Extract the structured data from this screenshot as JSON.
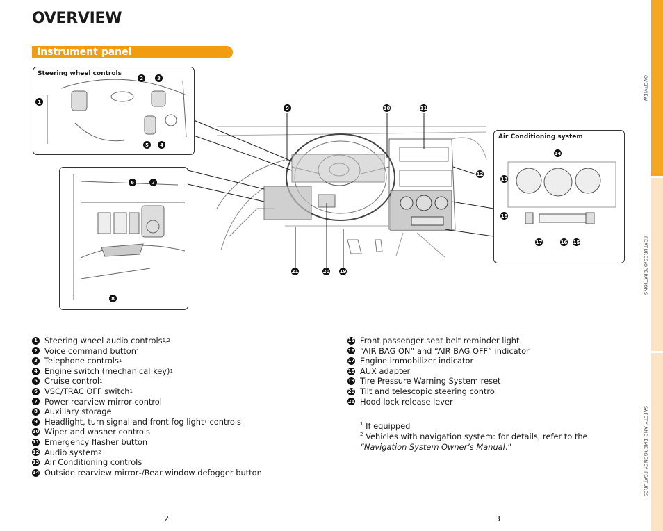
{
  "header": {
    "title": "OVERVIEW",
    "section": "Instrument panel"
  },
  "callouts": {
    "steering": "Steering wheel controls",
    "ac": "Air Conditioning system"
  },
  "diagram_numbers": {
    "n1": "1",
    "n2": "2",
    "n3": "3",
    "n4": "4",
    "n5": "5",
    "n6": "6",
    "n7": "7",
    "n8": "8",
    "n9": "9",
    "n10": "10",
    "n11": "11",
    "n12": "12",
    "n13": "13",
    "n14": "14",
    "n15": "15",
    "n16": "16",
    "n17": "17",
    "n18": "18",
    "n19": "19",
    "n20": "20",
    "n21": "21"
  },
  "items_left": [
    {
      "num": "1",
      "text": "Steering wheel audio controls",
      "sup": "1,2",
      "after": ""
    },
    {
      "num": "2",
      "text": "Voice command button",
      "sup": "1",
      "after": ""
    },
    {
      "num": "3",
      "text": "Telephone controls",
      "sup": "1",
      "after": ""
    },
    {
      "num": "4",
      "text": "Engine switch (mechanical key)",
      "sup": "1",
      "after": ""
    },
    {
      "num": "5",
      "text": "Cruise control",
      "sup": "1",
      "after": ""
    },
    {
      "num": "6",
      "text": "VSC/TRAC OFF switch",
      "sup": "1",
      "after": ""
    },
    {
      "num": "7",
      "text": "Power rearview mirror control",
      "sup": "",
      "after": ""
    },
    {
      "num": "8",
      "text": "Auxiliary storage",
      "sup": "",
      "after": ""
    },
    {
      "num": "9",
      "text": "Headlight, turn signal and front fog light",
      "sup": "1",
      "after": " controls"
    },
    {
      "num": "10",
      "text": "Wiper and washer controls",
      "sup": "",
      "after": ""
    },
    {
      "num": "11",
      "text": "Emergency flasher button",
      "sup": "",
      "after": ""
    },
    {
      "num": "12",
      "text": "Audio system",
      "sup": "2",
      "after": ""
    },
    {
      "num": "13",
      "text": "Air Conditioning controls",
      "sup": "",
      "after": ""
    },
    {
      "num": "14",
      "text": "Outside rearview mirror",
      "sup": "1",
      "after": "/Rear window defogger button"
    }
  ],
  "items_right": [
    {
      "num": "15",
      "text": "Front passenger seat belt reminder light",
      "sup": "",
      "after": ""
    },
    {
      "num": "16",
      "text": "“AIR BAG ON” and “AIR BAG OFF” indicator",
      "sup": "",
      "after": ""
    },
    {
      "num": "17",
      "text": "Engine immobilizer indicator",
      "sup": "",
      "after": ""
    },
    {
      "num": "18",
      "text": "AUX adapter",
      "sup": "",
      "after": ""
    },
    {
      "num": "19",
      "text": "Tire Pressure Warning System reset",
      "sup": "",
      "after": ""
    },
    {
      "num": "20",
      "text": "Tilt and telescopic steering control",
      "sup": "",
      "after": ""
    },
    {
      "num": "21",
      "text": "Hood lock release lever",
      "sup": "",
      "after": ""
    }
  ],
  "footnotes": {
    "f1_mark": "1",
    "f1_text": "If equipped",
    "f2_mark": "2",
    "f2_text": "Vehicles with navigation system: for details, refer to the",
    "f2_quote_open": "“",
    "f2_italic": "Navigation System Owner’s Manual",
    "f2_quote_close": ".”"
  },
  "pages": {
    "left": "2",
    "right": "3"
  },
  "side_tabs": {
    "tab1": "OVERVIEW",
    "tab2": "FEATURES/OPERATIONS",
    "tab3": "SAFETY AND EMERGENCY FEATURES"
  },
  "colors": {
    "accent": "#f39c12",
    "tab_active": "#f5a623",
    "tab_inactive": "#fbe3c4"
  }
}
